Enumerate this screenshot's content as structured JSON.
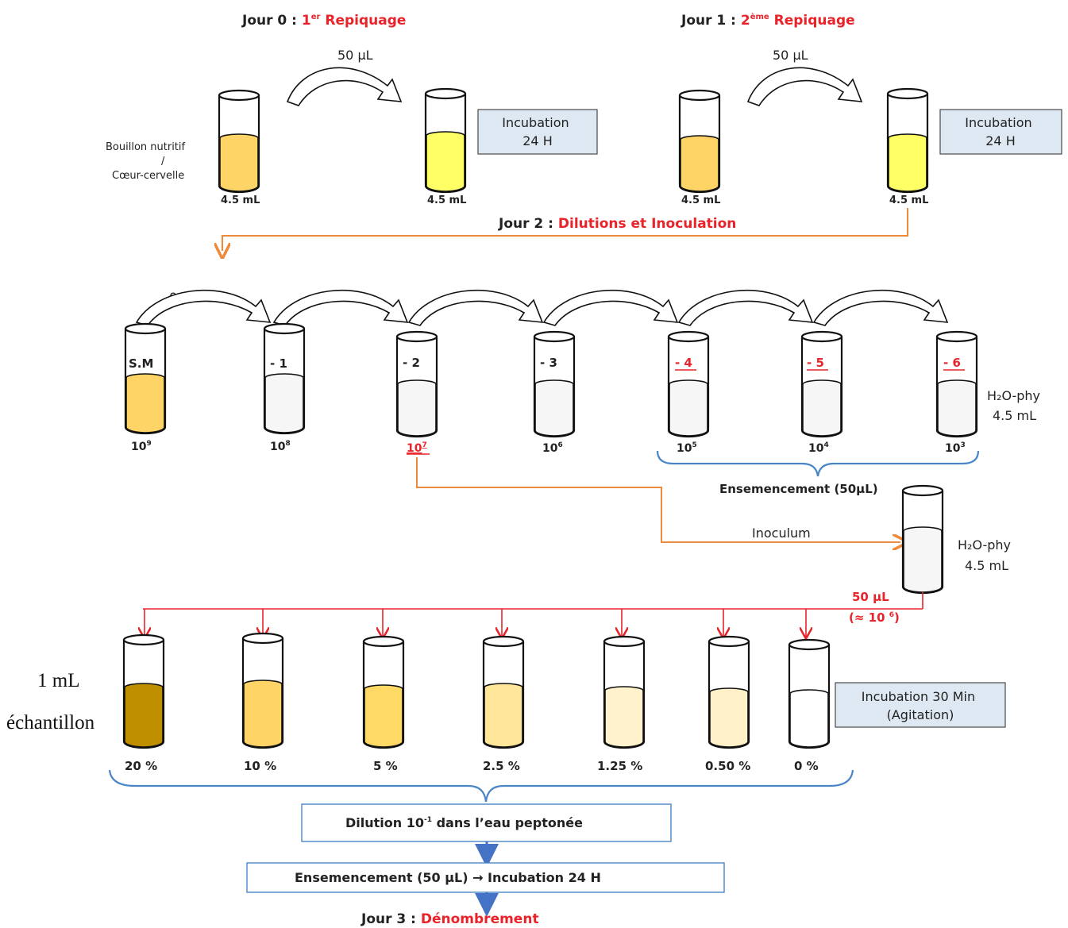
{
  "colors": {
    "medium_orange": "#ffd466",
    "medium_yellow": "#ffff66",
    "empty": "#f6f6f6",
    "highlight_red": "#e8232a",
    "orange_arrow": "#ee8a3c",
    "blue_arrow": "#4472c4",
    "blue_brace": "#4a86c7",
    "box_fill": "#dde8f3",
    "sample_20": "#bf8f00",
    "sample_10": "#ffd466",
    "sample_5": "#ffd966",
    "sample_2_5": "#ffe699",
    "sample_1_25": "#fff2cc",
    "sample_0_50": "#fff0c8",
    "sample_0": "#ffffff"
  },
  "day0": {
    "prefix": "Jour 0 : ",
    "num": "1",
    "sup": "er",
    "suffix": " Repiquage",
    "transfer": "50 µL",
    "medium_line1": "Bouillon nutritif",
    "medium_line2": "/",
    "medium_line3": "Cœur-cervelle",
    "vol_left": "4.5 mL",
    "vol_right": "4.5 mL",
    "incubation_line1": "Incubation",
    "incubation_line2": "24 H"
  },
  "day1": {
    "prefix": "Jour 1 : ",
    "num": "2",
    "sup": "ème",
    "suffix": " Repiquage",
    "transfer": "50 µL",
    "vol_left": "4.5 mL",
    "vol_right": "4.5 mL",
    "incubation_line1": "Incubation",
    "incubation_line2": "24 H"
  },
  "day2": {
    "prefix": "Jour 2 : ",
    "title": "Dilutions et Inoculation",
    "transfer": "0.5 mL",
    "tubes": [
      {
        "label": "S.M",
        "conc_base": "10",
        "conc_exp": "9",
        "highlight": false
      },
      {
        "label": "- 1",
        "conc_base": "10",
        "conc_exp": "8",
        "highlight": false
      },
      {
        "label": "- 2",
        "conc_base": "10",
        "conc_exp": "7",
        "highlight": true
      },
      {
        "label": "- 3",
        "conc_base": "10",
        "conc_exp": "6",
        "highlight": false
      },
      {
        "label": "- 4",
        "conc_base": "10",
        "conc_exp": "5",
        "highlight": true
      },
      {
        "label": "- 5",
        "conc_base": "10",
        "conc_exp": "4",
        "highlight": true
      },
      {
        "label": "- 6",
        "conc_base": "10",
        "conc_exp": "3",
        "highlight": true
      }
    ],
    "diluent_line1": "H₂O-phy",
    "diluent_line2": "4.5 mL",
    "plating": "Ensemencement (50µL)",
    "inoculum": "Inoculum",
    "inoc_diluent_line1": "H₂O-phy",
    "inoc_diluent_line2": "4.5 mL",
    "inoc_volume": "50 µL",
    "inoc_approx_prefix": "(≈ 10 ",
    "inoc_approx_exp": "6",
    "inoc_approx_suffix": ")"
  },
  "samples": {
    "side_line1": "1 mL",
    "side_line2": "échantillon",
    "percentages": [
      "20 %",
      "10 %",
      "5 %",
      "2.5 %",
      "1.25 %",
      "0.50 %",
      "0 %"
    ],
    "incubation_line1": "Incubation 30 Min",
    "incubation_line2": "(Agitation)"
  },
  "steps": {
    "dilution_prefix": "Dilution 10",
    "dilution_exp": "-1",
    "dilution_suffix": " dans l’eau peptonée",
    "plating": "Ensemencement (50 µL)  →  Incubation 24 H"
  },
  "day3": {
    "prefix": "Jour 3 : ",
    "title": "Dénombrement"
  }
}
